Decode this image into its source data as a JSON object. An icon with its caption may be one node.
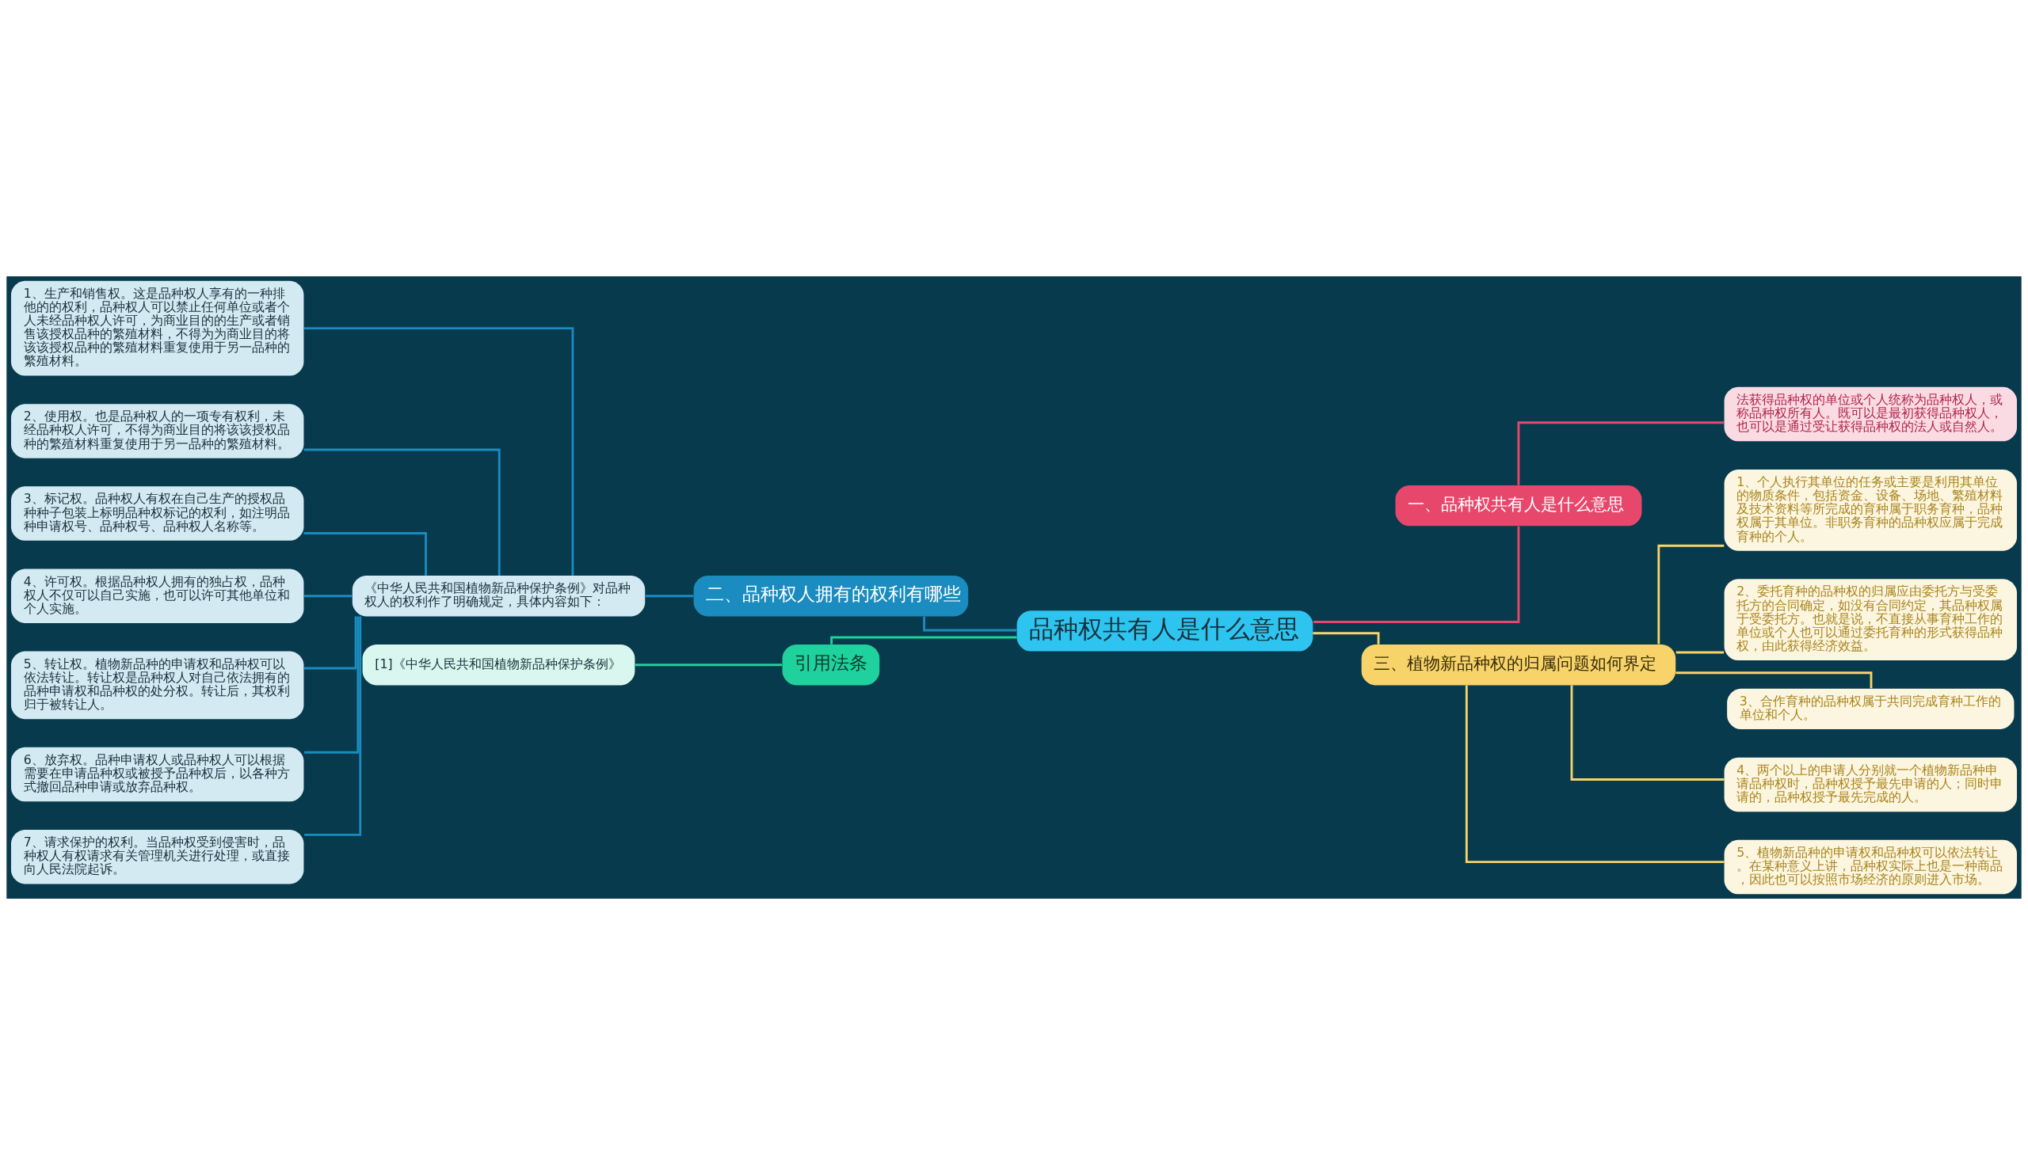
{
  "diagram": {
    "nodes": [
      {
        "text": [
          "品种权共有人是什么意思"
        ]
      },
      {
        "text": [
          "二、品种权人拥有的权利有哪些"
        ]
      },
      {
        "text": [
          "《中华人民共和国植物新品种保护条例》对品种权人的权利作了明确规定，具体内容如下："
        ]
      },
      {
        "text": [
          "1、生产和销售权。这是品种权人享有的一种排他的的权利，品种权人可以禁止任何单位或者个人未经品种权人许可，为商业目的的生产或者销售该授权品种的繁殖材料，不得为为商业目的将该该授权品种的繁殖材料重复使用于另一品种的繁殖材料。"
        ]
      },
      {
        "text": [
          "2、使用权。也是品种权人的一项专有权利，未经品种权人许可，不得为商业目的将该该授权品种的繁殖材料重复使用于另一品种的繁殖材料。"
        ]
      },
      {
        "text": [
          "3、标记权。品种权人有权在自己生产的授权品种种子包装上标明品种权标记的权利，如注明品种申请权号、品种权号、品种权人名称等。"
        ]
      },
      {
        "text": [
          "4、许可权。根据品种权人拥有的独占权，品种权人不仅可以自己实施，也可以许可其他单位和个人实施。"
        ]
      },
      {
        "text": [
          "5、转让权。植物新品种的申请权和品种权可以依法转让。转让权是品种权人对自己依法拥有的品种申请权和品种权的处分权。转让后，其权利归于被转让人。"
        ]
      },
      {
        "text": [
          "6、放弃权。品种申请权人或品种权人可以根据需要在申请品种权或被授予品种权后，以各种方式撤回品种申请或放弃品种权。"
        ]
      },
      {
        "text": [
          "7、请求保护的权利。当品种权受到侵害时，品种权人有权请求有关管理机关进行处理，或直接向人民法院起诉。"
        ]
      },
      {
        "text": [
          "引用法条"
        ]
      },
      {
        "text": [
          "[1]《中华人民共和国植物新品种保护条例》"
        ]
      },
      {
        "text": [
          "一、品种权共有人是什么意思"
        ]
      },
      {
        "text": [
          "法获得品种权的单位或个人统称为品种权人，或称品种权所有人。既可以是最初获得品种权人，也可以是通过受让获得品种权的法人或自然人。"
        ]
      },
      {
        "text": [
          "三、植物新品种权的归属问题如何界定"
        ]
      },
      {
        "text": [
          "1、个人执行其单位的任务或主要是利用其单位的物质条件，包括资金、设备、场地、繁殖材料及技术资料等所完成的育种属于职务育种，品种权属于其单位。非职务育种的品种权应属于完成育种的个人。"
        ]
      },
      {
        "text": [
          "2、委托育种的品种权的归属应由委托方与受委托方的合同确定，如没有合同约定，其品种权属于受委托方。也就是说，不直接从事育种工作的单位或个人也可以通过委托育种的形式获得品种权，由此获得经济效益。"
        ]
      },
      {
        "text": [
          "3、合作育种的品种权属于共同完成育种工作的单位和个人。"
        ]
      },
      {
        "text": [
          "4、两个以上的申请人分别就一个植物新品种申请品种权时，品种权授予最先申请的人；同时申请的，品种权授予最先完成的人。"
        ]
      },
      {
        "text": [
          "5、植物新品种的申请权和品种权可以依法转让。在某种意义上讲，品种权实际上也是一种商品，因此也可以按照市场经济的原则进入市场。"
        ]
      }
    ],
    "edges": [
      {
        "from": 0,
        "to": 1,
        "arrow": "none"
      },
      {
        "from": 1,
        "to": 2,
        "arrow": "none"
      },
      {
        "from": 2,
        "to": 3,
        "arrow": "none"
      },
      {
        "from": 2,
        "to": 4,
        "arrow": "none"
      },
      {
        "from": 2,
        "to": 5,
        "arrow": "none"
      },
      {
        "from": 2,
        "to": 6,
        "arrow": "none"
      },
      {
        "from": 2,
        "to": 7,
        "arrow": "none"
      },
      {
        "from": 2,
        "to": 8,
        "arrow": "none"
      },
      {
        "from": 2,
        "to": 9,
        "arrow": "none"
      },
      {
        "from": 0,
        "to": 10,
        "arrow": "none",
        "color": "#1fd19c"
      },
      {
        "from": 10,
        "to": 11,
        "arrow": "none",
        "color": "#1fd19c"
      },
      {
        "from": 0,
        "to": 12,
        "arrow": "none",
        "color": "#e8476c"
      },
      {
        "from": 12,
        "to": 13,
        "arrow": "none",
        "color": "#e8476c"
      },
      {
        "from": 0,
        "to": 14,
        "arrow": "none",
        "color": "#f7d36a"
      },
      {
        "from": 14,
        "to": 15,
        "arrow": "none",
        "color": "#f7d36a"
      },
      {
        "from": 14,
        "to": 16,
        "arrow": "none",
        "color": "#f7d36a"
      },
      {
        "from": 14,
        "to": 17,
        "arrow": "none",
        "color": "#f7d36a"
      },
      {
        "from": 14,
        "to": 18,
        "arrow": "none",
        "color": "#f7d36a"
      },
      {
        "from": 14,
        "to": 19,
        "arrow": "none",
        "color": "#f7d36a"
      }
    ]
  }
}
